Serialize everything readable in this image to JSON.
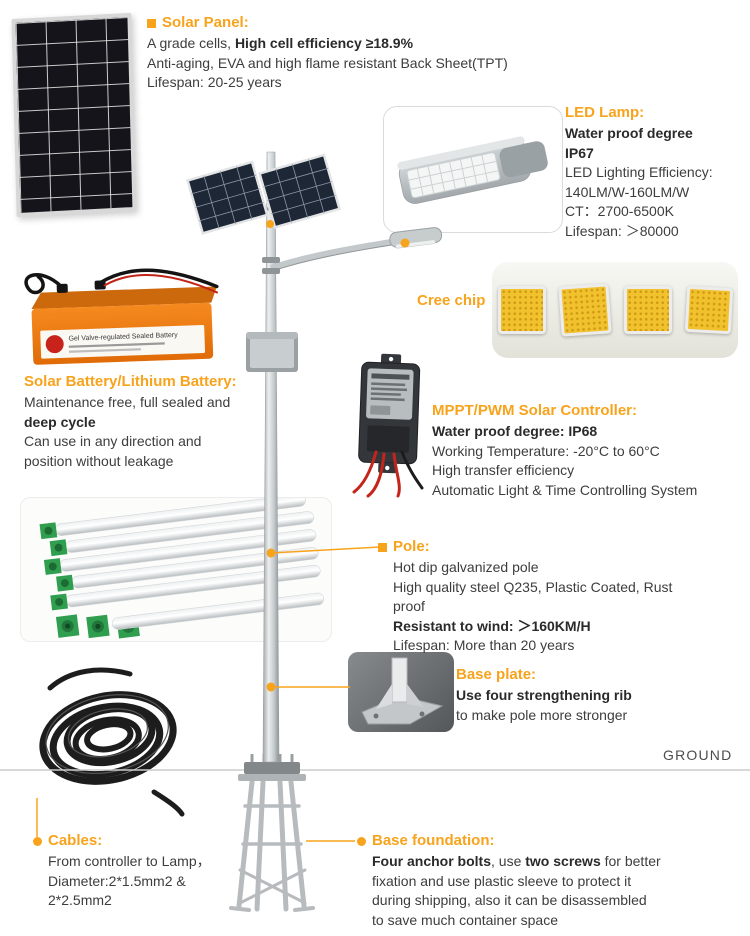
{
  "ground_label": "GROUND",
  "colors": {
    "accent": "#F8A31C",
    "text": "#3D3D3D"
  },
  "sections": {
    "solar_panel": {
      "title": "Solar Panel:",
      "l1a": "A grade cells, ",
      "l1b": "High cell efficiency ≥18.9%",
      "l2": "Anti-aging, EVA and high flame resistant Back Sheet(TPT)",
      "l3": "Lifespan: 20-25 years"
    },
    "led_lamp": {
      "title": "LED Lamp:",
      "l1b": "Water proof degree",
      "l2b": "IP67",
      "l3": "LED Lighting Efficiency:",
      "l4": "140LM/W-160LM/W",
      "l5": "CT：2700-6500K",
      "l6": "Lifespan: ＞80000"
    },
    "cree_chip": {
      "title": "Cree chip"
    },
    "battery": {
      "title": "Solar Battery/Lithium Battery:",
      "l1": "Maintenance free, full sealed and",
      "l2b": "deep cycle",
      "l3": "Can use in any direction and",
      "l4": "position without leakage",
      "photo_label": "Gel Valve-regulated Sealed Battery"
    },
    "controller": {
      "title": "MPPT/PWM Solar Controller:",
      "l1b": "Water proof degree: IP68",
      "l2": "Working Temperature: -20°C to 60°C",
      "l3": "High transfer efficiency",
      "l4": "Automatic Light & Time Controlling System"
    },
    "pole": {
      "title": "Pole:",
      "l1": "Hot dip galvanized pole",
      "l2": "High quality steel Q235, Plastic Coated, Rust",
      "l3": "proof",
      "l4b": "Resistant to wind: ＞160KM/H",
      "l5": "Lifespan: More than 20 years"
    },
    "base_plate": {
      "title": "Base plate:",
      "l1b": "Use four strengthening rib",
      "l2": "to make pole more stronger"
    },
    "cables": {
      "title": "Cables:",
      "l1": "From controller to Lamp，",
      "l2": "Diameter:2*1.5mm2 &",
      "l3": "2*2.5mm2"
    },
    "base_foundation": {
      "title": "Base foundation:",
      "l1b1": "Four anchor bolts",
      "l1a": ", use ",
      "l1b2": "two screws",
      "l1c": " for better",
      "l2": "fixation and use plastic sleeve to protect it",
      "l3": "during shipping, also it can be disassembled",
      "l4": "to save much container space"
    }
  }
}
